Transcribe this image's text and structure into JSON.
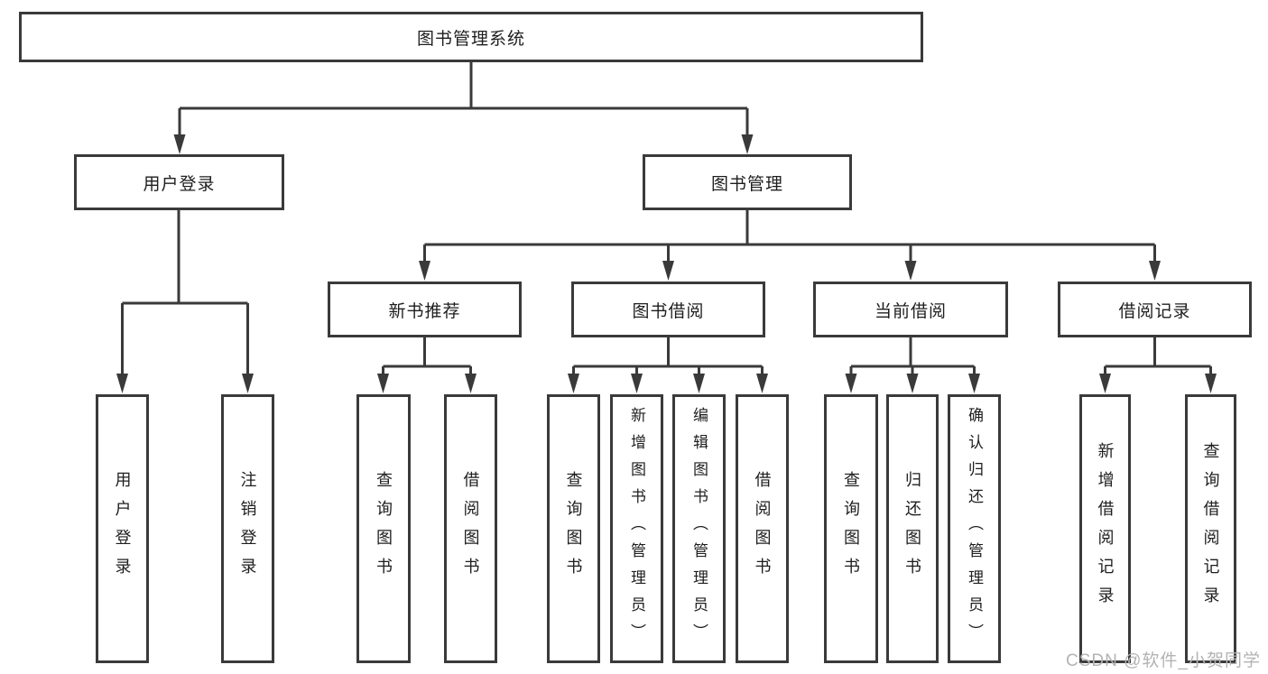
{
  "diagram": {
    "type": "hierarchy-tree",
    "title": "图书管理系统"
  },
  "tree": {
    "root": {
      "label": "图书管理系统"
    },
    "branches": [
      {
        "label": "用户登录",
        "children": [
          {
            "label": "用户登录"
          },
          {
            "label": "注销登录"
          }
        ]
      },
      {
        "label": "图书管理",
        "children": [
          {
            "label": "新书推荐",
            "children": [
              {
                "label": "查询图书"
              },
              {
                "label": "借阅图书"
              }
            ]
          },
          {
            "label": "图书借阅",
            "children": [
              {
                "label": "查询图书"
              },
              {
                "label": "新增图书（管理员）"
              },
              {
                "label": "编辑图书（管理员）"
              },
              {
                "label": "借阅图书"
              }
            ]
          },
          {
            "label": "当前借阅",
            "children": [
              {
                "label": "查询图书"
              },
              {
                "label": "归还图书"
              },
              {
                "label": "确认归还（管理员）"
              }
            ]
          },
          {
            "label": "借阅记录",
            "children": [
              {
                "label": "新增借阅记录"
              },
              {
                "label": "查询借阅记录"
              }
            ]
          }
        ]
      }
    ]
  },
  "watermark": "CSDN @软件_小贺同学",
  "colors": {
    "line": "#3a3a3a",
    "text": "#1e1e1e",
    "background": "#ffffff",
    "watermark": "#b3b3b3"
  }
}
